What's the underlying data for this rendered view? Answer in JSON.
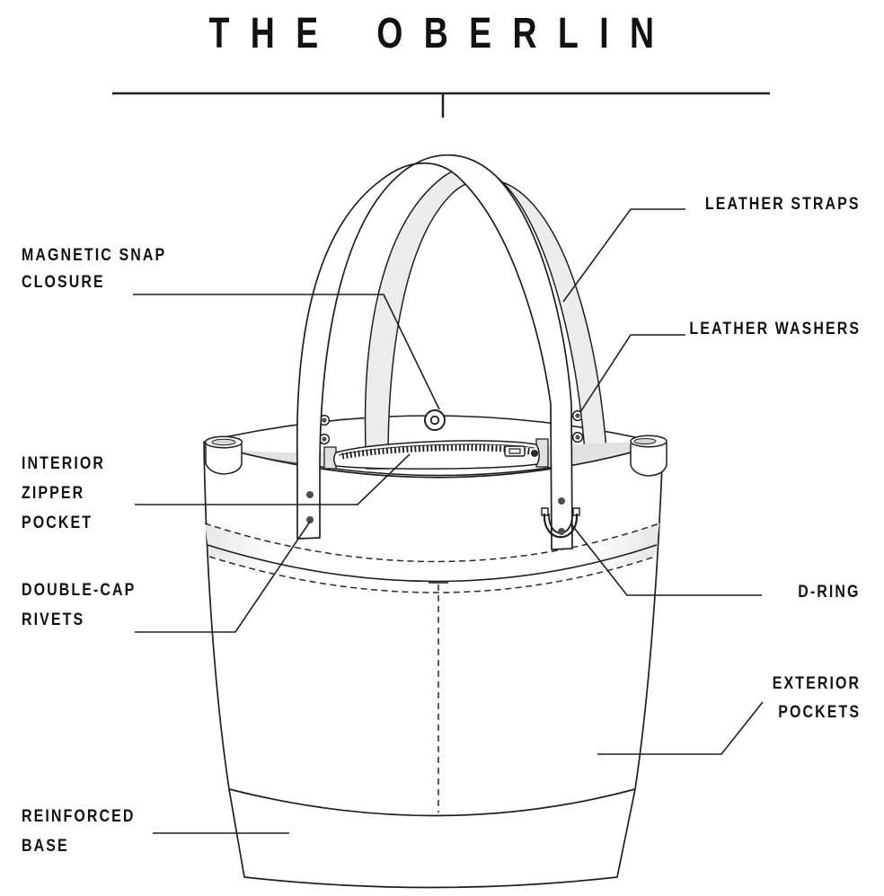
{
  "title": "THE OBERLIN",
  "colors": {
    "ink": "#1f1f1f",
    "text": "#121212",
    "strap_shade": "#ececec",
    "interior_shadow": "#e2e2e2",
    "hardware_dot": "#4f4f4f"
  },
  "features": [
    {
      "id": "leather-straps",
      "label": "LEATHER STRAPS",
      "side": "right"
    },
    {
      "id": "magnetic-snap-closure",
      "label": "MAGNETIC SNAP\nCLOSURE",
      "side": "left"
    },
    {
      "id": "leather-washers",
      "label": "LEATHER WASHERS",
      "side": "right"
    },
    {
      "id": "interior-zipper-pocket",
      "label": "INTERIOR\nZIPPER\nPOCKET",
      "side": "left"
    },
    {
      "id": "double-cap-rivets",
      "label": "DOUBLE-CAP\nRIVETS",
      "side": "left"
    },
    {
      "id": "d-ring",
      "label": "D-RING",
      "side": "right"
    },
    {
      "id": "exterior-pockets",
      "label": "EXTERIOR\nPOCKETS",
      "side": "right"
    },
    {
      "id": "reinforced-base",
      "label": "REINFORCED\nBASE",
      "side": "left"
    }
  ]
}
